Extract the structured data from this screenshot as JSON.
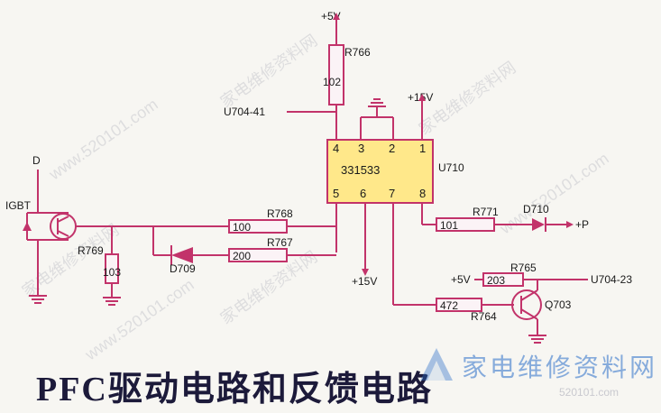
{
  "title": "PFC驱动电路和反馈电路",
  "chip": {
    "name": "331533",
    "ref": "U710",
    "pins": [
      "4",
      "3",
      "2",
      "1",
      "5",
      "6",
      "7",
      "8"
    ]
  },
  "labels": {
    "vcc_top": "+5V",
    "vcc_right": "+15V",
    "vcc_bottom": "+15V",
    "vcc_q": "+5V",
    "u704_41": "U704-41",
    "u704_23": "U704-23",
    "drain": "D",
    "igbt": "IGBT",
    "out_p": "+P",
    "d709": "D709",
    "d710": "D710",
    "q703": "Q703"
  },
  "resistors": {
    "r766": {
      "ref": "R766",
      "value": "102"
    },
    "r768": {
      "ref": "R768",
      "value": "100"
    },
    "r767": {
      "ref": "R767",
      "value": "200"
    },
    "r769": {
      "ref": "R769",
      "value": "103"
    },
    "r771": {
      "ref": "R771",
      "value": "101"
    },
    "r765": {
      "ref": "R765",
      "value": "203"
    },
    "r764": {
      "ref": "R764",
      "value": "472"
    }
  },
  "watermark": {
    "site": "家电维修资料网",
    "url": "www.520101.com"
  },
  "logo": {
    "text": "家电维修资料网",
    "url": "520101.com"
  },
  "colors": {
    "wire": "#c2336a",
    "chip_fill": "#ffe88a",
    "title": "#1c1a3a",
    "logo": "#2b6ec9"
  }
}
